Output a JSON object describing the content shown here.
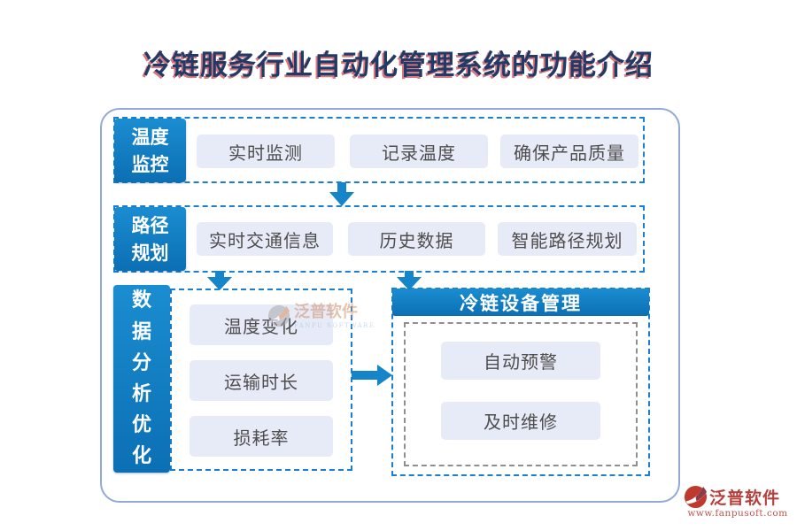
{
  "title": "冷链服务行业自动化管理系统的功能介绍",
  "rows": [
    {
      "label": "温度监控",
      "items": [
        "实时监测",
        "记录温度",
        "确保产品质量"
      ]
    },
    {
      "label": "路径规划",
      "items": [
        "实时交通信息",
        "历史数据",
        "智能路径规划"
      ]
    }
  ],
  "analysis": {
    "label": "数据分析优化",
    "items": [
      "温度变化",
      "运输时长",
      "损耗率"
    ]
  },
  "equipment": {
    "header": "冷链设备管理",
    "items": [
      "自动预警",
      "及时维修"
    ]
  },
  "watermark": {
    "brand": "泛普软件",
    "subtitle": "FANPU SOFTWARE"
  },
  "footer": {
    "brand": "泛普软件",
    "website": "www.fanpusoft.com"
  },
  "colors": {
    "accent_blue": "#0f79bd",
    "dashed_blue": "#1a7fd0",
    "node_bg": "#e7ebf7",
    "frame_border": "#93a9d8",
    "title_navy": "#223a66",
    "title_red_shadow": "#c5303c",
    "brand_red": "#b5413d",
    "gray_dashed": "#8f8f8f"
  }
}
